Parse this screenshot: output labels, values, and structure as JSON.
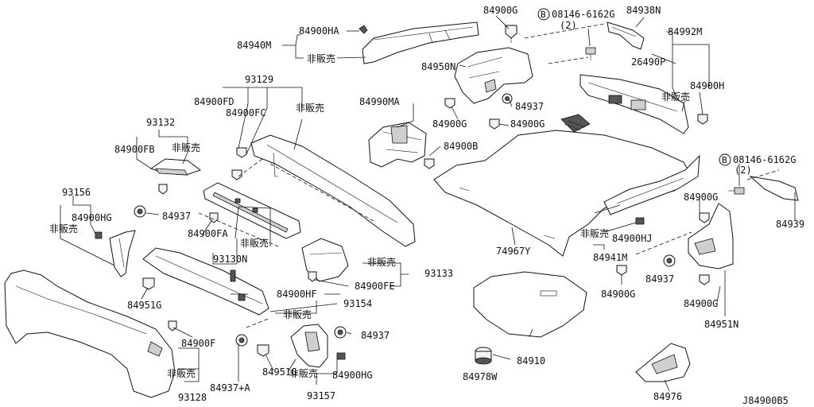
{
  "diagram_code": "J84900B5",
  "bolt_symbol": "B",
  "labels": {
    "p84900G_top": "84900G",
    "p08146_top": "08146-6162G",
    "qty_top": "(2)",
    "p84938N": "84938N",
    "p84940M": "84940M",
    "p84900HA": "84900HA",
    "hihanbai_1": "非販売",
    "p84992M": "84992M",
    "p84950N": "84950N",
    "p26490P": "26490P",
    "p93129": "93129",
    "p84900FD": "84900FD",
    "p84900FC": "84900FC",
    "hihanbai_2": "非販売",
    "p84990MA": "84990MA",
    "p84937_a": "84937",
    "p84900H": "84900H",
    "hihanbai_3": "非販売",
    "p93132": "93132",
    "p84900G_mid1": "84900G",
    "p84900G_mid2": "84900G",
    "p84900FB": "84900FB",
    "hihanbai_4": "非販売",
    "p84900B": "84900B",
    "p08146_right": "08146-6162G",
    "qty_right": "(2)",
    "p93156": "93156",
    "p84900HG_left": "84900HG",
    "p84937_b": "84937",
    "p84900G_right": "84900G",
    "hihanbai_5": "非販売",
    "p84900FA": "84900FA",
    "hihanbai_6": "非販売",
    "p84939": "84939",
    "hihanbai_7": "非販売",
    "p84900HJ": "84900HJ",
    "p74967Y": "74967Y",
    "p93130N": "93130N",
    "hihanbai_8": "非販売",
    "p93133": "93133",
    "p84941M": "84941M",
    "p84900FE": "84900FE",
    "p84937_c": "84937",
    "p84951G_left": "84951G",
    "p84900HF": "84900HF",
    "p93154": "93154",
    "p84900G_bottom1": "84900G",
    "p84900G_bottom2": "84900G",
    "hihanbai_9": "非販売",
    "p84951N": "84951N",
    "p84900F": "84900F",
    "p84937_d": "84937",
    "p84910": "84910",
    "p84937A": "84937+A",
    "p84951G_mid": "84951G",
    "hihanbai_10": "非販売",
    "p84900HG_mid": "84900HG",
    "hihanbai_11": "非販売",
    "p84978W": "84978W",
    "p93128": "93128",
    "p93157": "93157",
    "p84976": "84976"
  }
}
